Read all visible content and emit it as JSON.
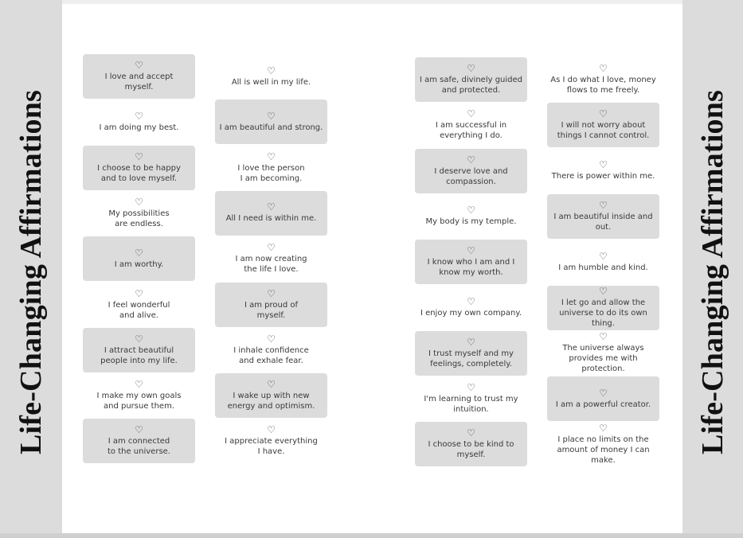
{
  "title": "Life-Changing Affirmations",
  "columns": [
    [
      "I love and accept\nmyself.",
      "I am doing my best.",
      "I choose to be happy\nand to love myself.",
      "My possibilities\nare endless.",
      "I am worthy.",
      "I feel wonderful\nand alive.",
      "I attract beautiful\npeople into my life.",
      "I make my own goals\nand pursue them.",
      "I am connected\nto the universe."
    ],
    [
      "All is well in my life.",
      "I am beautiful and strong.",
      "I love the person\nI am becoming.",
      "All I need is within me.",
      "I am now creating\nthe life I love.",
      "I am proud of\nmyself.",
      "I inhale confidence\nand exhale fear.",
      "I wake up with new\nenergy and optimism.",
      "I appreciate everything\nI have."
    ],
    [
      "I am safe, divinely guided\nand protected.",
      "I am successful in\neverything I do.",
      "I deserve love and\ncompassion.",
      "My body is my temple.",
      "I know who I am and I\nknow my worth.",
      "I enjoy my own company.",
      "I trust myself and my\nfeelings, completely.",
      "I'm learning to trust my\nintuition.",
      "I choose to be kind to\nmyself."
    ],
    [
      "As I do what I love, money\nflows to me freely.",
      "I will not worry about\nthings I cannot control.",
      "There is power within me.",
      "I am beautiful inside and\nout.",
      "I am humble and kind.",
      "I let go and allow the\nuniverse to do its own thing.",
      "The universe always\nprovides me with protection.",
      "I am a powerful creator.",
      "I place no limits on the\namount of money I can\nmake."
    ]
  ],
  "heart_icon": "♡"
}
